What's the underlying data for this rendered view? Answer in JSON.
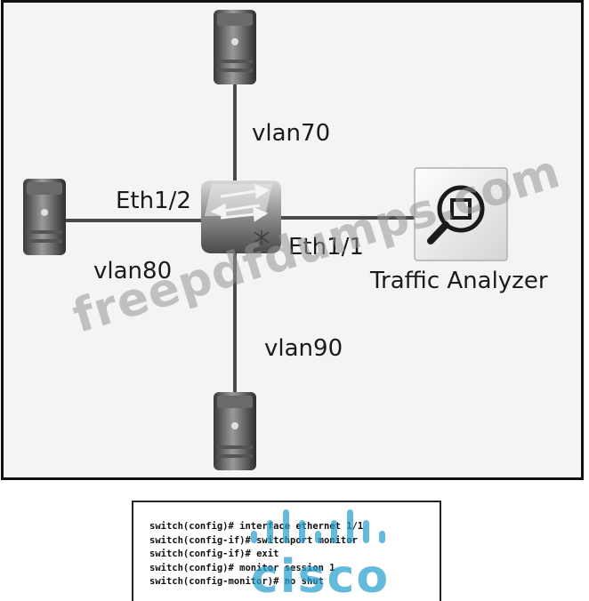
{
  "diagram": {
    "labels": {
      "vlan70": "vlan70",
      "vlan80": "vlan80",
      "vlan90": "vlan90",
      "eth12": "Eth1/2",
      "eth11": "Eth1/1",
      "traffic_analyzer": "Traffic Analyzer"
    },
    "watermark": "freepdfdumps.com"
  },
  "cli": {
    "lines": [
      "switch(config)# interface ethernet 1/1",
      "switch(config-if)# switchport monitor",
      "switch(config-if)# exit",
      "switch(config)# monitor session 1",
      "switch(config-monitor)# no shut"
    ],
    "logo_text": "cisco"
  },
  "colors": {
    "frame_border": "#111111",
    "link_line": "#4a4a4a",
    "watermark": "#969696",
    "cisco_logo": "#28a0cd"
  }
}
